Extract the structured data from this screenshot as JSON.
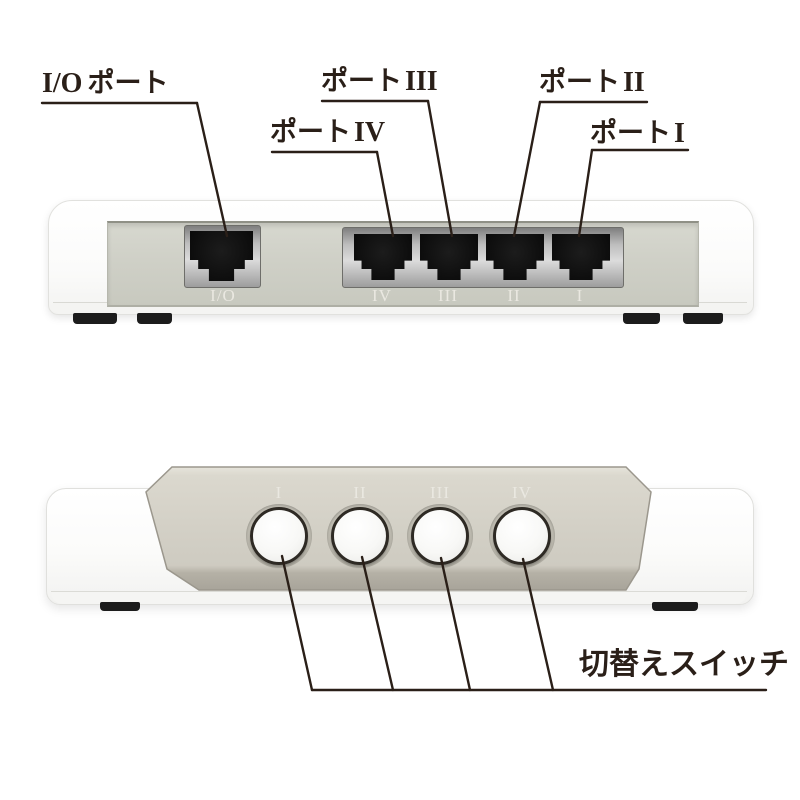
{
  "colors": {
    "background": "#ffffff",
    "callout_ink": "#2a1f18",
    "device_body_white": "#fafafa",
    "panel_beige": "#d0cdc3",
    "panel_bottom_shadow": "#a8a49a",
    "port_metal": "#bdbdbd",
    "port_opening_black": "#0b0b0b",
    "engraved_label": "#eae8e1",
    "rubber_foot_black": "#1c1c1c"
  },
  "rear_view": {
    "callouts": {
      "io": {
        "roman": "I/O",
        "kana": "ポート"
      },
      "port4": {
        "kana": "ポート",
        "roman": "IV"
      },
      "port3": {
        "kana": "ポート",
        "roman": "III"
      },
      "port2": {
        "kana": "ポート",
        "roman": "II"
      },
      "port1": {
        "kana": "ポート",
        "roman": "I"
      }
    },
    "panel": {
      "io_label": "I/O",
      "port_labels": [
        "IV",
        "III",
        "II",
        "I"
      ]
    }
  },
  "front_view": {
    "button_labels": [
      "I",
      "II",
      "III",
      "IV"
    ],
    "callout": {
      "switch": "切替えスイッチ"
    }
  }
}
